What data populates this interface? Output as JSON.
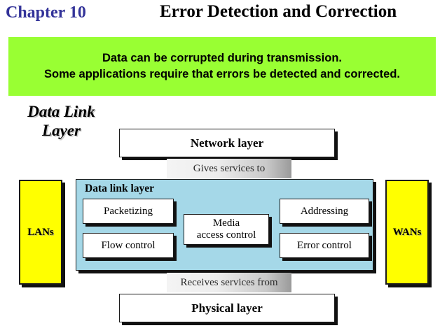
{
  "header": {
    "chapter_label": "Chapter 10",
    "title": "Error Detection and Correction",
    "chapter_color": "#333399",
    "title_color": "#000000"
  },
  "note_banner": {
    "background_color": "#99ff33",
    "line1": "Data can be corrupted during transmission.",
    "line2": "Some applications require that errors be detected and corrected."
  },
  "section": {
    "heading_line1": "Data Link",
    "heading_line2": "Layer"
  },
  "diagram": {
    "network_layer_label": "Network layer",
    "gives_services_label": "Gives services to",
    "receives_services_label": "Receives services from",
    "physical_layer_label": "Physical layer",
    "data_link_layer_label": "Data link layer",
    "data_link_panel_color": "#a5d8e8",
    "side_box_color": "#ffff00",
    "functions": [
      {
        "label": "Packetizing"
      },
      {
        "label": "Flow control"
      },
      {
        "label": "Media\naccess control"
      },
      {
        "label": "Addressing"
      },
      {
        "label": "Error control"
      }
    ],
    "media_access_line1": "Media",
    "media_access_line2": "access control",
    "left_network_label": "LANs",
    "right_network_label": "WANs"
  }
}
